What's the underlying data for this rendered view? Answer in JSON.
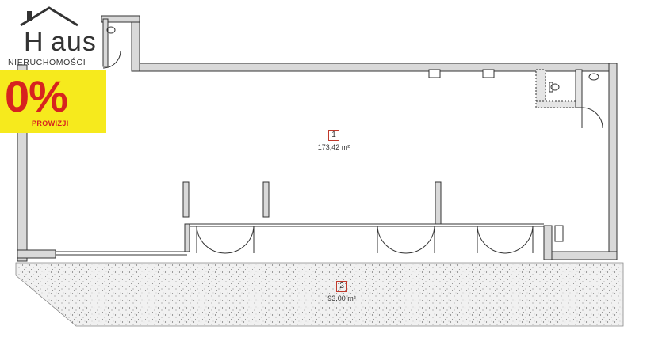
{
  "logo": {
    "brand_h": "H",
    "brand_rest": "aus",
    "subtitle": "NIERUCHOMOŚCI",
    "icon": "house-roof-icon"
  },
  "badge": {
    "main": "0%",
    "sub": "PROWIZJI",
    "bg_color": "#f6ea1d",
    "text_color": "#d7231f"
  },
  "rooms": [
    {
      "number": "1",
      "area": "173,42 m²"
    },
    {
      "number": "2",
      "area": "93,00 m²"
    }
  ],
  "colors": {
    "wall_fill": "#d9d9d9",
    "wall_stroke": "#333333",
    "terrace_fill": "#e8e8e8",
    "room_tag_border": "#c0392b"
  }
}
